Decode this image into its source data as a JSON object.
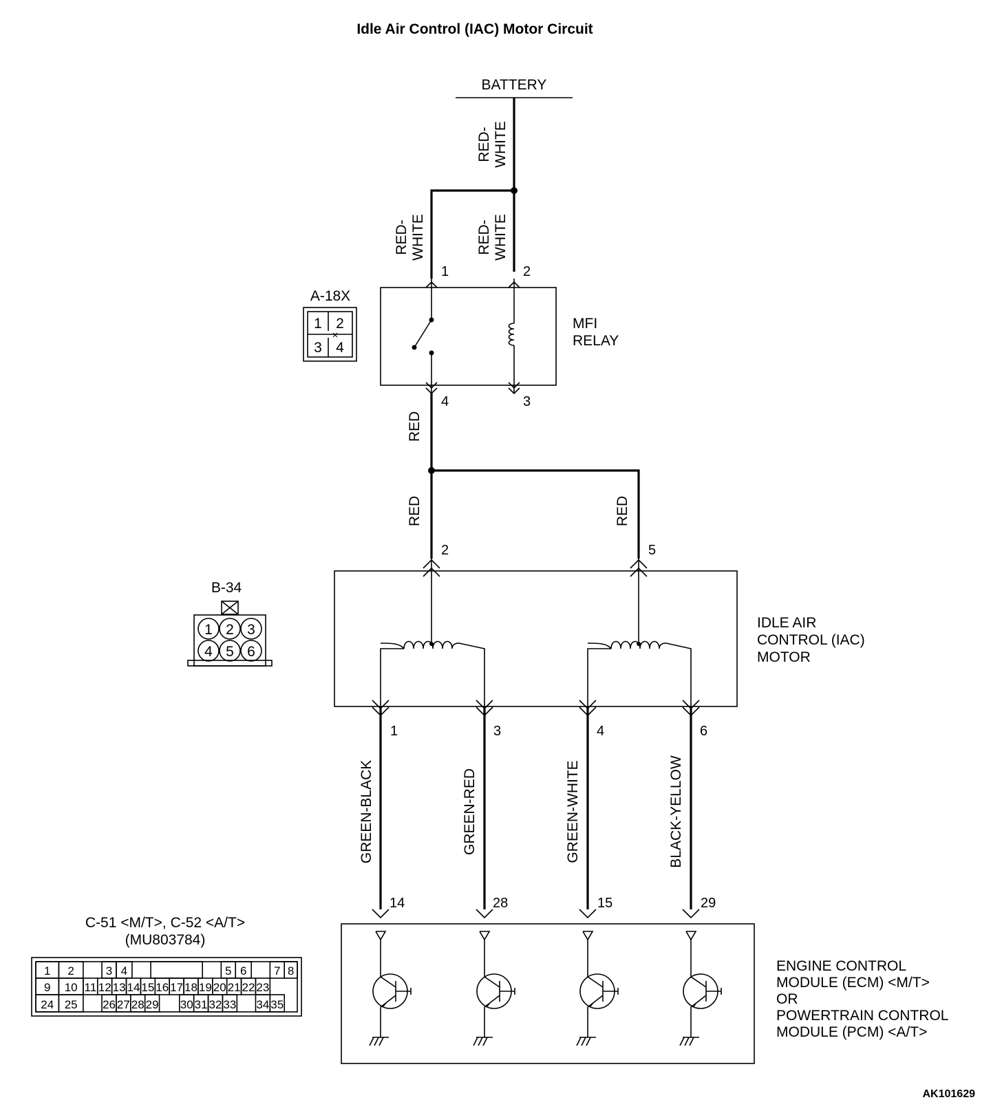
{
  "title": "Idle Air Control (IAC) Motor Circuit",
  "figure_id": "AK101629",
  "battery": {
    "label": "BATTERY"
  },
  "relay": {
    "connector": "A-18X",
    "name_line1": "MFI",
    "name_line2": "RELAY",
    "pins": [
      "1",
      "2",
      "4",
      "3"
    ],
    "connector_pins": [
      "1",
      "2",
      "3",
      "4"
    ]
  },
  "wires": {
    "battery_feed_l1": "RED-",
    "battery_feed_l2": "WHITE",
    "relay_pin1_l1": "RED-",
    "relay_pin1_l2": "WHITE",
    "relay_pin2_l1": "RED-",
    "relay_pin2_l2": "WHITE",
    "relay_out": "RED",
    "motor_pin2": "RED",
    "motor_pin5": "RED",
    "motor_pin1": "GREEN-BLACK",
    "motor_pin3": "GREEN-RED",
    "motor_pin4": "GREEN-WHITE",
    "motor_pin6": "BLACK-YELLOW"
  },
  "motor": {
    "connector": "B-34",
    "name_line1": "IDLE AIR",
    "name_line2": "CONTROL (IAC)",
    "name_line3": "MOTOR",
    "pins_top": [
      "2",
      "5"
    ],
    "pins_bottom": [
      "1",
      "3",
      "4",
      "6"
    ],
    "connector_pins": [
      "1",
      "2",
      "3",
      "4",
      "5",
      "6"
    ]
  },
  "ecm": {
    "connector_line1": "C-51 <M/T>, C-52 <A/T>",
    "connector_line2": "(MU803784)",
    "pins": [
      "14",
      "28",
      "15",
      "29"
    ],
    "name_line1": "ENGINE CONTROL",
    "name_line2": "MODULE (ECM) <M/T>",
    "name_line3": "OR",
    "name_line4": "POWERTRAIN CONTROL",
    "name_line5": "MODULE (PCM) <A/T>",
    "connector_rows": [
      [
        "1",
        "2",
        "3",
        "4",
        "5",
        "6",
        "7",
        "8"
      ],
      [
        "9",
        "10",
        "11",
        "12",
        "13",
        "14",
        "15",
        "16",
        "17",
        "18",
        "19",
        "20",
        "21",
        "22",
        "23"
      ],
      [
        "24",
        "25",
        "26",
        "27",
        "28",
        "29",
        "30",
        "31",
        "32",
        "33",
        "34",
        "35"
      ]
    ]
  }
}
